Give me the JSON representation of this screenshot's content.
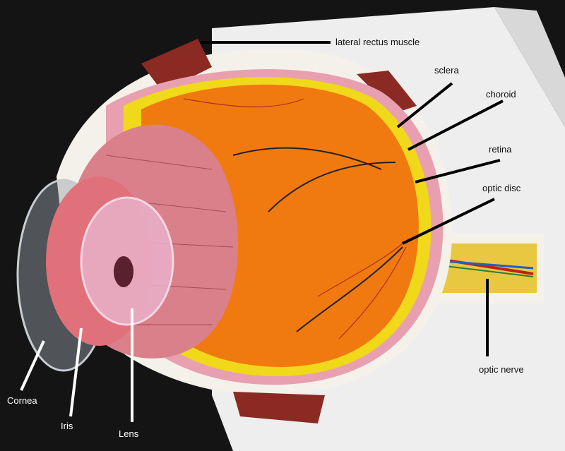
{
  "labels": {
    "lateral_rectus": "lateral rectus muscle",
    "sclera": "sclera",
    "choroid": "choroid",
    "retina": "retina",
    "optic_disc": "optic disc",
    "optic_nerve": "optic nerve",
    "cornea": "Cornea",
    "iris": "Iris",
    "lens": "Lens"
  },
  "colors": {
    "background": "#141414",
    "stand": "#f2f2f2",
    "sclera": "#f4f1ea",
    "choroid": "#e8a0b0",
    "retina": "#f0d81a",
    "vitreous": "#f07a10",
    "ciliary": "#d9808a",
    "muscle": "#8a2a22"
  }
}
